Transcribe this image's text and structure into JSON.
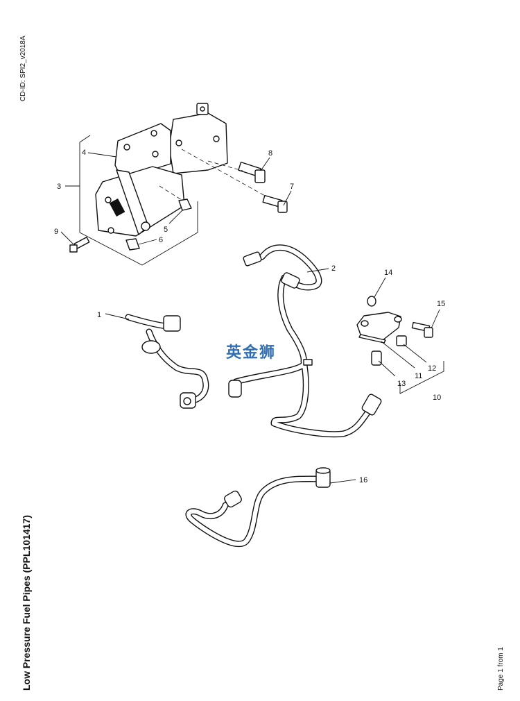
{
  "header": {
    "cd_id": "CD-ID: SPI2_v2018A"
  },
  "title": "Low Pressure Fuel Pipes (PPL101417)",
  "footer": {
    "page": "Page 1 from 1"
  },
  "watermark": "英金狮",
  "callouts": [
    "1",
    "2",
    "3",
    "4",
    "5",
    "6",
    "7",
    "8",
    "9",
    "10",
    "11",
    "12",
    "13",
    "14",
    "15",
    "16"
  ]
}
